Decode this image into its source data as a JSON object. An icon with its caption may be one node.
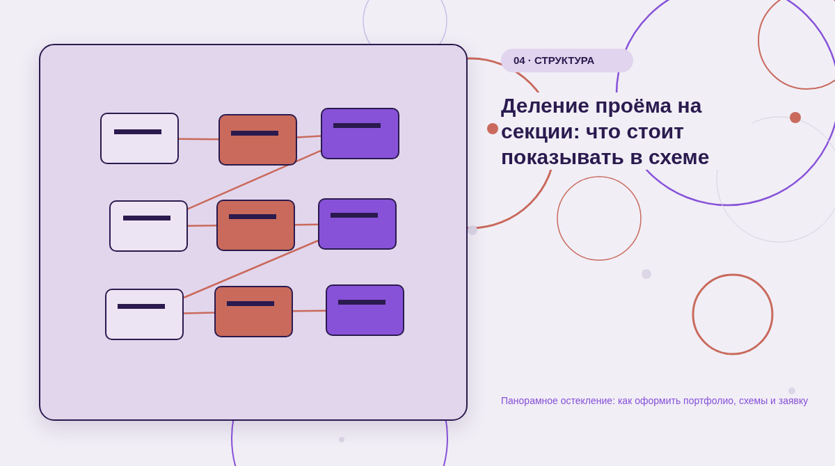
{
  "diagram": {
    "title": "Деление проёма на секции: что стоит показывать в схеме",
    "caption": "Панорамное остекление: как оформить портфолио, схемы и заявку",
    "labels": [
      "04 · СТРУКТУРА"
    ],
    "nodes": [
      {
        "text": [],
        "shape": "box"
      },
      {
        "text": [],
        "shape": "box"
      },
      {
        "text": [],
        "shape": "box"
      },
      {
        "text": [],
        "shape": "box"
      },
      {
        "text": [],
        "shape": "box"
      },
      {
        "text": [],
        "shape": "box"
      },
      {
        "text": [],
        "shape": "box"
      },
      {
        "text": [],
        "shape": "box"
      },
      {
        "text": [],
        "shape": "box"
      }
    ],
    "edges": [
      {
        "from": 0,
        "to": 1,
        "arrow": "none"
      },
      {
        "from": 1,
        "to": 2,
        "arrow": "none"
      },
      {
        "from": 2,
        "to": 3,
        "arrow": "none"
      },
      {
        "from": 3,
        "to": 4,
        "arrow": "none"
      },
      {
        "from": 4,
        "to": 5,
        "arrow": "none"
      },
      {
        "from": 5,
        "to": 6,
        "arrow": "none"
      },
      {
        "from": 6,
        "to": 7,
        "arrow": "none"
      },
      {
        "from": 7,
        "to": 8,
        "arrow": "none"
      }
    ]
  }
}
